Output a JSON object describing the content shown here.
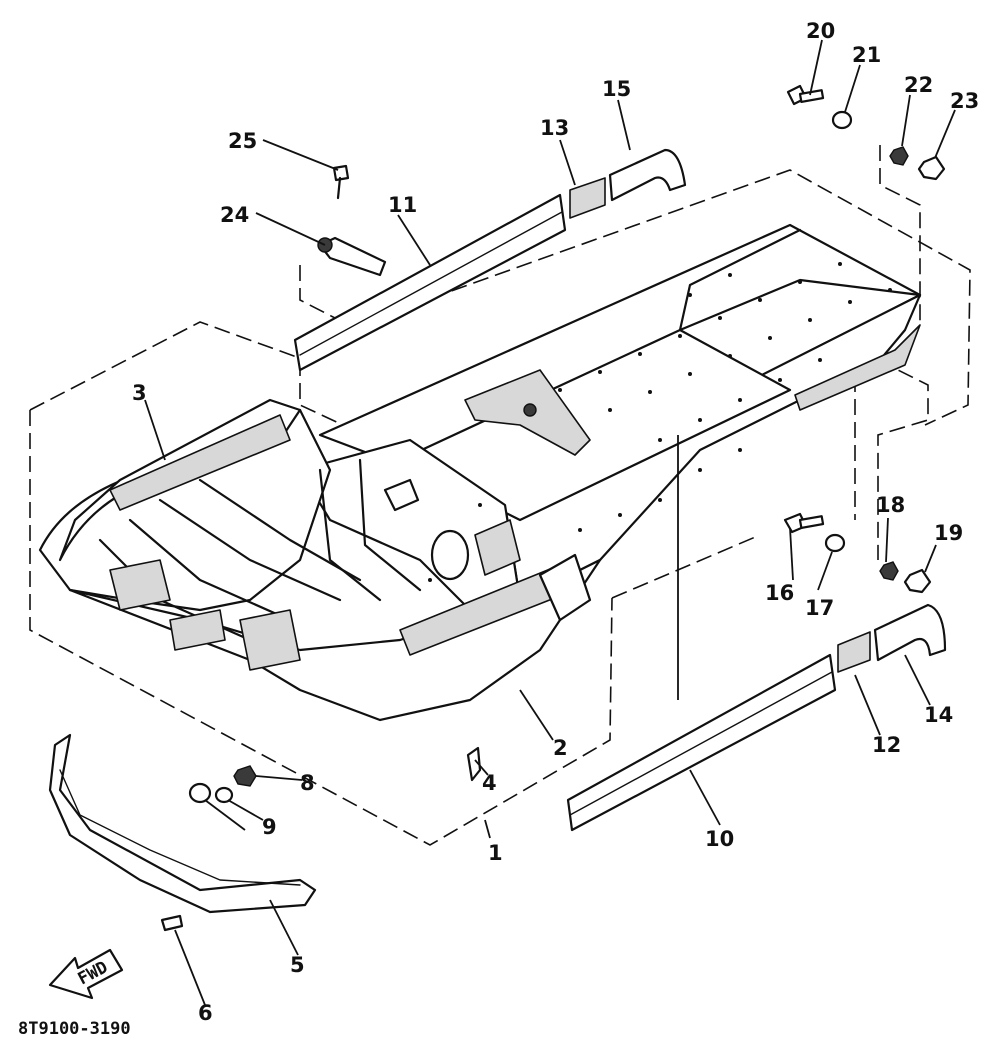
{
  "diagram": {
    "part_numbers": [
      "1",
      "2",
      "3",
      "4",
      "5",
      "6",
      "8",
      "9",
      "10",
      "11",
      "12",
      "13",
      "14",
      "15",
      "16",
      "17",
      "18",
      "19",
      "20",
      "21",
      "22",
      "23",
      "24",
      "25"
    ],
    "direction_arrow_label": "FWD",
    "drawing_code": "8T9100-3190"
  }
}
